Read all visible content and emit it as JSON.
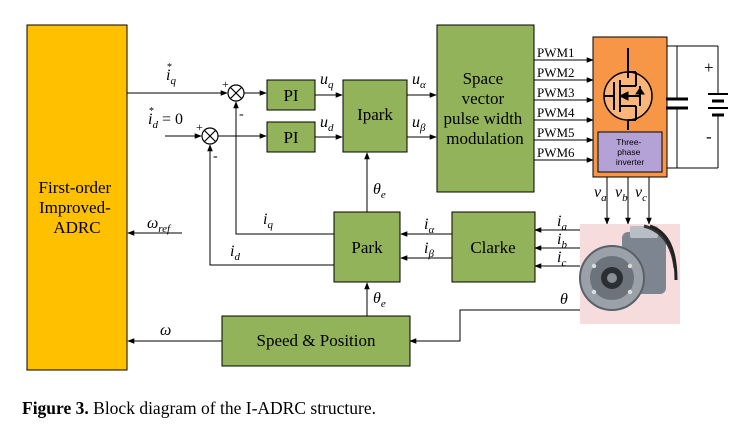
{
  "blocks": {
    "adrc": [
      "First-order",
      "Improved-",
      "ADRC"
    ],
    "pi": "PI",
    "ipark": "Ipark",
    "svpwm": [
      "Space",
      "vector",
      "pulse width",
      "modulation"
    ],
    "inverter": [
      "Three-",
      "phase",
      "inverter"
    ],
    "park": "Park",
    "clarke": "Clarke",
    "speed_position": "Speed & Position"
  },
  "pwm_labels": [
    "PWM1",
    "PWM2",
    "PWM3",
    "PWM4",
    "PWM5",
    "PWM6"
  ],
  "signals": {
    "iq_ref": {
      "base": "i",
      "sub": "q"
    },
    "id_ref": {
      "base": "i",
      "sub": "d",
      "eq": "= 0"
    },
    "uq": {
      "base": "u",
      "sub": "q"
    },
    "ud": {
      "base": "u",
      "sub": "d"
    },
    "ualpha": {
      "base": "u",
      "sub": "α"
    },
    "ubeta": {
      "base": "u",
      "sub": "β"
    },
    "theta_e": {
      "base": "θ",
      "sub": "e"
    },
    "iq": {
      "base": "i",
      "sub": "q"
    },
    "id": {
      "base": "i",
      "sub": "d"
    },
    "ialpha": {
      "base": "i",
      "sub": "α"
    },
    "ibeta": {
      "base": "i",
      "sub": "β"
    },
    "ia": {
      "base": "i",
      "sub": "a"
    },
    "ib": {
      "base": "i",
      "sub": "b"
    },
    "ic": {
      "base": "i",
      "sub": "c"
    },
    "va": {
      "base": "v",
      "sub": "a"
    },
    "vb": {
      "base": "v",
      "sub": "b"
    },
    "vc": {
      "base": "v",
      "sub": "c"
    },
    "omega_ref": {
      "base": "ω",
      "sub": "ref"
    },
    "omega": {
      "base": "ω"
    },
    "theta": {
      "base": "θ"
    }
  },
  "signs": {
    "plus": "+",
    "minus": "-"
  },
  "caption": {
    "label": "Figure 3.",
    "text": " Block diagram of the I-ADRC structure."
  },
  "colors": {
    "adrc_fill": "#ffc000",
    "block_fill": "#93b35a",
    "inverter_fill": "#f79646",
    "inverter_inner": "#b4a2d6",
    "line": "#000000"
  }
}
